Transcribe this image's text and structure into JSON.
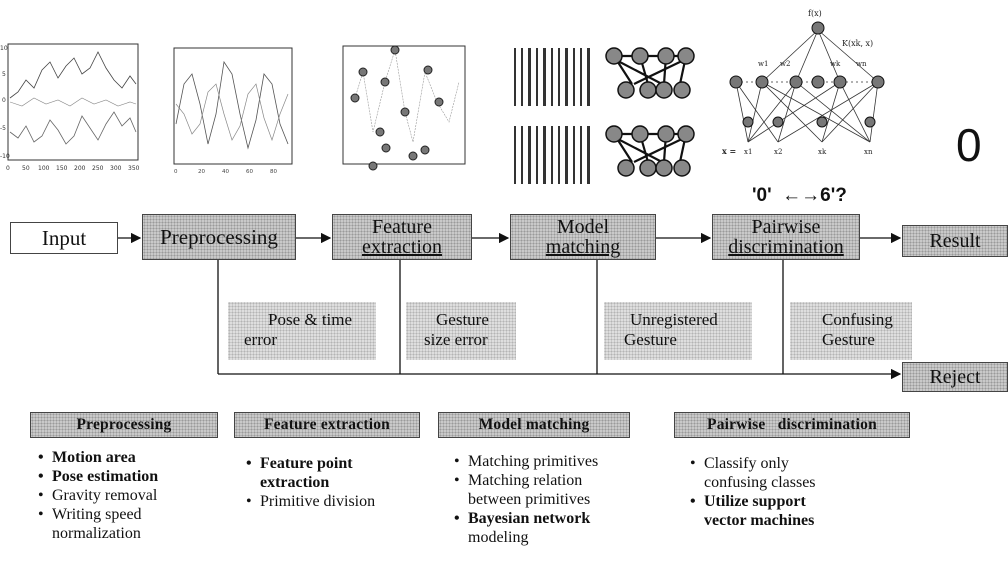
{
  "stages": {
    "input": "Input",
    "preprocessing": "Preprocessing",
    "feature_extraction_1": "Feature",
    "feature_extraction_2": "extraction",
    "model_matching_1": "Model",
    "model_matching_2": "matching",
    "pairwise_1": "Pairwise",
    "pairwise_2": "discrimination",
    "result": "Result",
    "reject": "Reject"
  },
  "errors": {
    "pose_1": "Pose & time",
    "pose_2": "error",
    "size_1": "Gesture",
    "size_2": "size error",
    "unreg_1": "Unregistered",
    "unreg_2": "Gesture",
    "conf_1": "Confusing",
    "conf_2": "Gesture"
  },
  "confusion_label": "'0'  ←→6'?",
  "output_digit": "0",
  "plot1_axis": {
    "x_ticks": [
      "0",
      "50",
      "100",
      "150",
      "200",
      "250",
      "300",
      "350"
    ],
    "y_ticks": [
      "10",
      "5",
      "0",
      "-5",
      "-10"
    ]
  },
  "network": {
    "top": "f(x)",
    "kernel": "K(xk, x)",
    "weights": [
      "w1",
      "w2",
      "wk",
      "wn"
    ],
    "x_label": "x =",
    "inputs": [
      "x1",
      "x2",
      "xk",
      "xn"
    ]
  },
  "details": [
    {
      "title": "Preprocessing",
      "items": [
        {
          "text": "Motion area",
          "bold": true
        },
        {
          "text": "Pose estimation",
          "bold": true
        },
        {
          "text": "Gravity removal",
          "bold": false
        },
        {
          "text": "Writing speed",
          "bold": false
        },
        {
          "text": "normalization",
          "bold": false,
          "cont": true
        }
      ]
    },
    {
      "title": "Feature extraction",
      "items": [
        {
          "text": "Feature point",
          "bold": true
        },
        {
          "text": "extraction",
          "bold": false,
          "cont": true
        },
        {
          "text": "Primitive division",
          "bold": false
        }
      ]
    },
    {
      "title": "Model matching",
      "items": [
        {
          "text": "Matching primitives",
          "bold": false
        },
        {
          "text": "Matching relation",
          "bold": false
        },
        {
          "text": "between primitives",
          "bold": false,
          "cont": true
        },
        {
          "text": "Bayesian network",
          "bold": true
        },
        {
          "text": "modeling",
          "bold": false,
          "cont": true
        }
      ]
    },
    {
      "title": "Pairwise   discrimination",
      "items": [
        {
          "text": "Classify only",
          "bold": false
        },
        {
          "text": "confusing classes",
          "bold": false,
          "cont": true
        },
        {
          "text": "Utilize  support",
          "bold": true
        },
        {
          "text": "vector machines",
          "bold": true,
          "cont": true
        }
      ]
    }
  ]
}
